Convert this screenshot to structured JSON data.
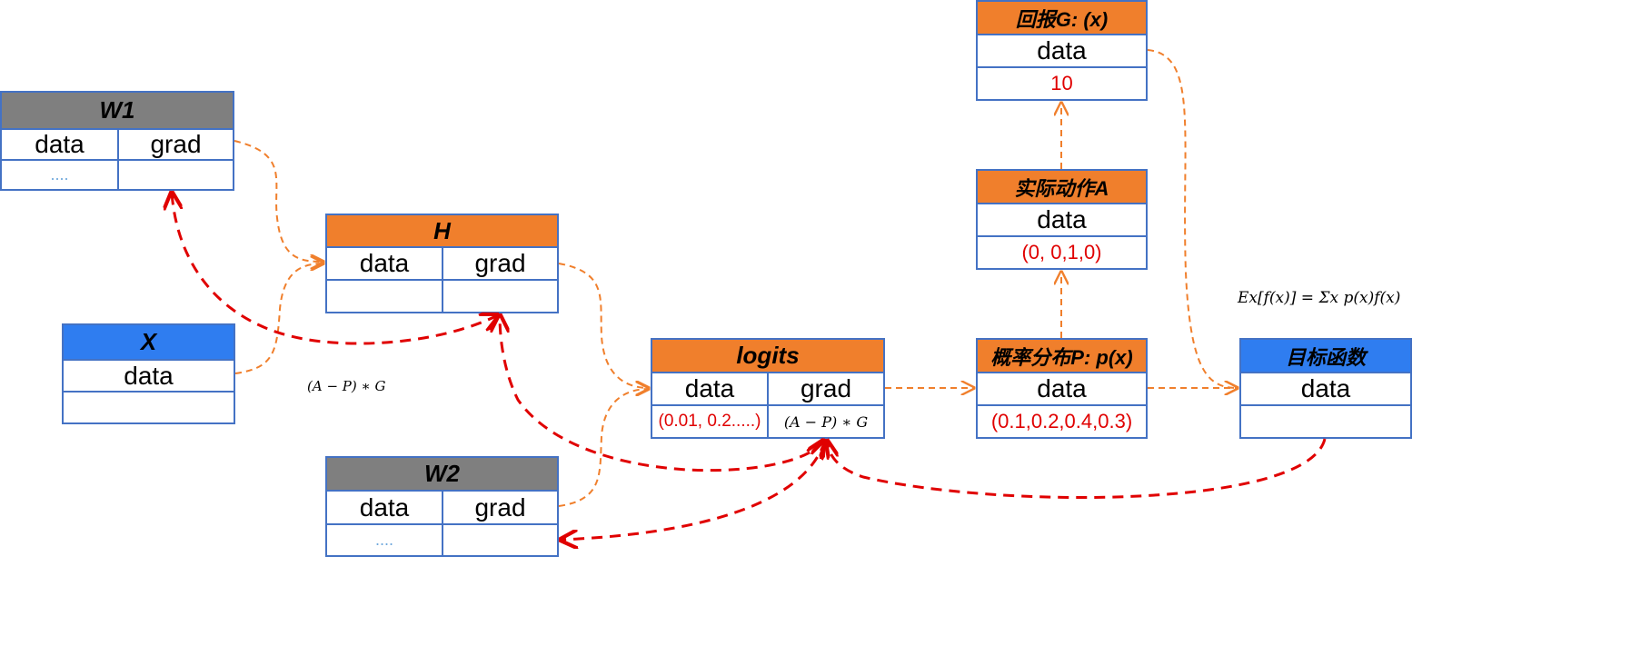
{
  "nodes": {
    "w1": {
      "title": "W1",
      "data_label": "data",
      "grad_label": "grad",
      "data_value": "....",
      "grad_value": ""
    },
    "x": {
      "title": "X",
      "data_label": "data",
      "data_value": ""
    },
    "h": {
      "title": "H",
      "data_label": "data",
      "grad_label": "grad",
      "data_value": "",
      "grad_value": ""
    },
    "w2": {
      "title": "W2",
      "data_label": "data",
      "grad_label": "grad",
      "data_value": "....",
      "grad_value": ""
    },
    "logits": {
      "title": "logits",
      "data_label": "data",
      "grad_label": "grad",
      "data_value": "(0.01, 0.2.....)",
      "grad_value": "(A − P) ∗ G"
    },
    "prob": {
      "title": "概率分布P: p(x)",
      "data_label": "data",
      "data_value": "(0.1,0.2,0.4,0.3)"
    },
    "action": {
      "title": "实际动作A",
      "data_label": "data",
      "data_value": "(0, 0,1,0)"
    },
    "reward": {
      "title": "回报G: (x)",
      "data_label": "data",
      "data_value": "10"
    },
    "objective": {
      "title": "目标函数",
      "data_label": "data",
      "data_value": ""
    }
  },
  "annotations": {
    "grad_formula": "(A − P) ∗ G",
    "expectation": "Ex[f(x)] = Σx p(x)f(x)"
  },
  "colors": {
    "orange_header": "#f07f2c",
    "gray_header": "#7f7f7f",
    "blue_header": "#2f7df0",
    "border": "#4472c4",
    "forward_edge": "#f07f2c",
    "backward_edge": "#e00000",
    "value_text": "#e00000"
  }
}
